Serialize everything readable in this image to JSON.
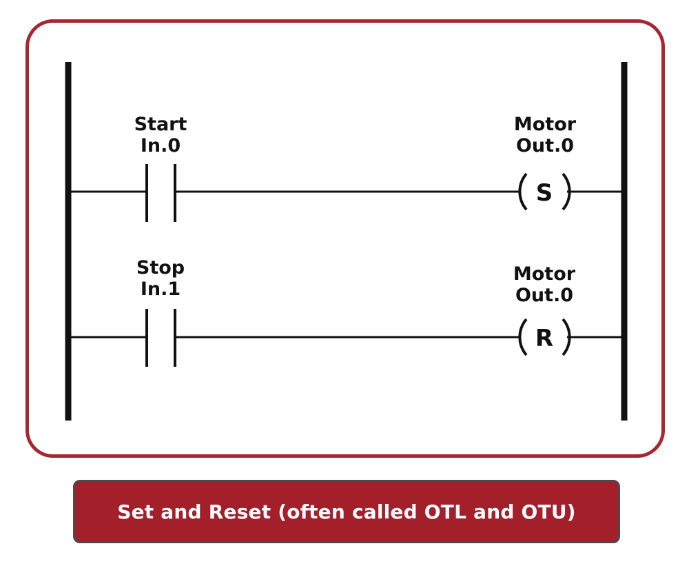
{
  "colors": {
    "frame_border": "#a7262f",
    "caption_background": "#a31f29",
    "caption_border": "#4a4a4a",
    "caption_text": "#ffffff",
    "ink": "#111111"
  },
  "rungs": [
    {
      "contact": {
        "name": "Start",
        "address": "In.0"
      },
      "coil": {
        "name": "Motor",
        "address": "Out.0",
        "letter": "S"
      }
    },
    {
      "contact": {
        "name": "Stop",
        "address": "In.1"
      },
      "coil": {
        "name": "Motor",
        "address": "Out.0",
        "letter": "R"
      }
    }
  ],
  "caption": "Set and Reset (often called OTL and OTU)"
}
